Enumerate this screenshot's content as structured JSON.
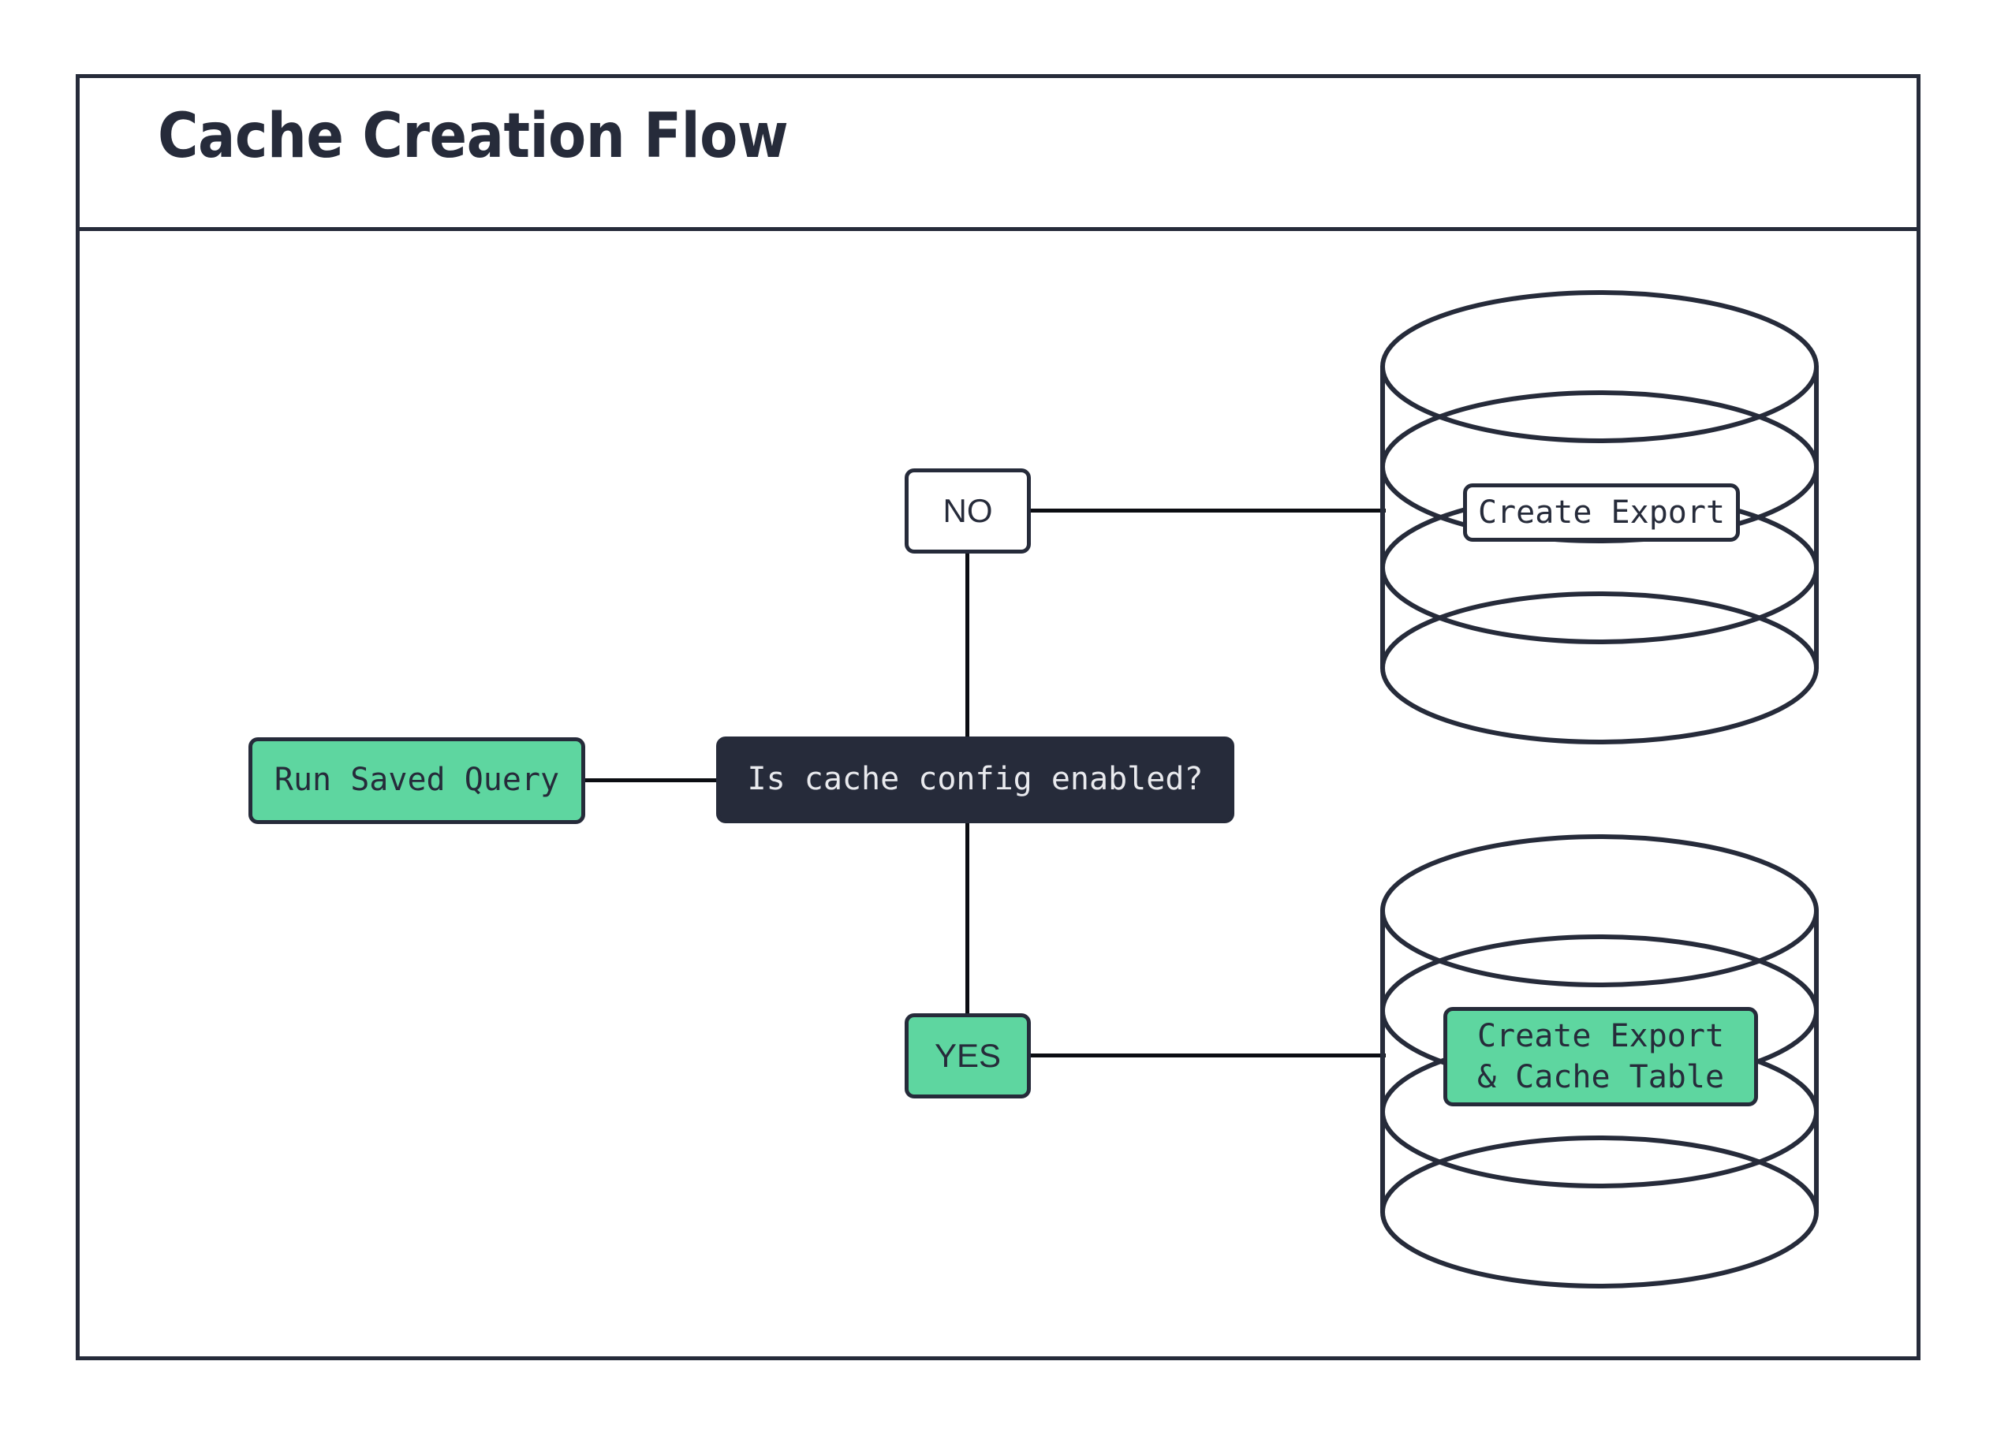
{
  "diagram": {
    "title": "Cache Creation Flow",
    "type": "flowchart",
    "colors": {
      "accent_green": "#5ed6a0",
      "ink": "#262b3a",
      "edge": "#0b0d12",
      "canvas": "#ffffff",
      "dark_node_text": "#e9eaee"
    },
    "nodes": {
      "start": {
        "label": "Run Saved Query",
        "shape": "rounded-rect",
        "fill": "green"
      },
      "decision": {
        "label": "Is cache config enabled?",
        "shape": "rounded-rect",
        "fill": "dark"
      },
      "branch_no": {
        "label": "NO",
        "shape": "rounded-rect",
        "fill": "white"
      },
      "branch_yes": {
        "label": "YES",
        "shape": "rounded-rect",
        "fill": "green"
      },
      "db_no": {
        "label": "Create Export",
        "shape": "database-cylinder",
        "fill": "white"
      },
      "db_yes": {
        "label": "Create Export\n& Cache Table",
        "shape": "database-cylinder",
        "fill": "green"
      }
    },
    "edges": [
      {
        "from": "start",
        "to": "decision",
        "orientation": "horizontal"
      },
      {
        "from": "decision",
        "to": "branch_no",
        "orientation": "vertical"
      },
      {
        "from": "branch_no",
        "to": "db_no",
        "orientation": "horizontal"
      },
      {
        "from": "decision",
        "to": "branch_yes",
        "orientation": "vertical"
      },
      {
        "from": "branch_yes",
        "to": "db_yes",
        "orientation": "horizontal"
      }
    ]
  }
}
